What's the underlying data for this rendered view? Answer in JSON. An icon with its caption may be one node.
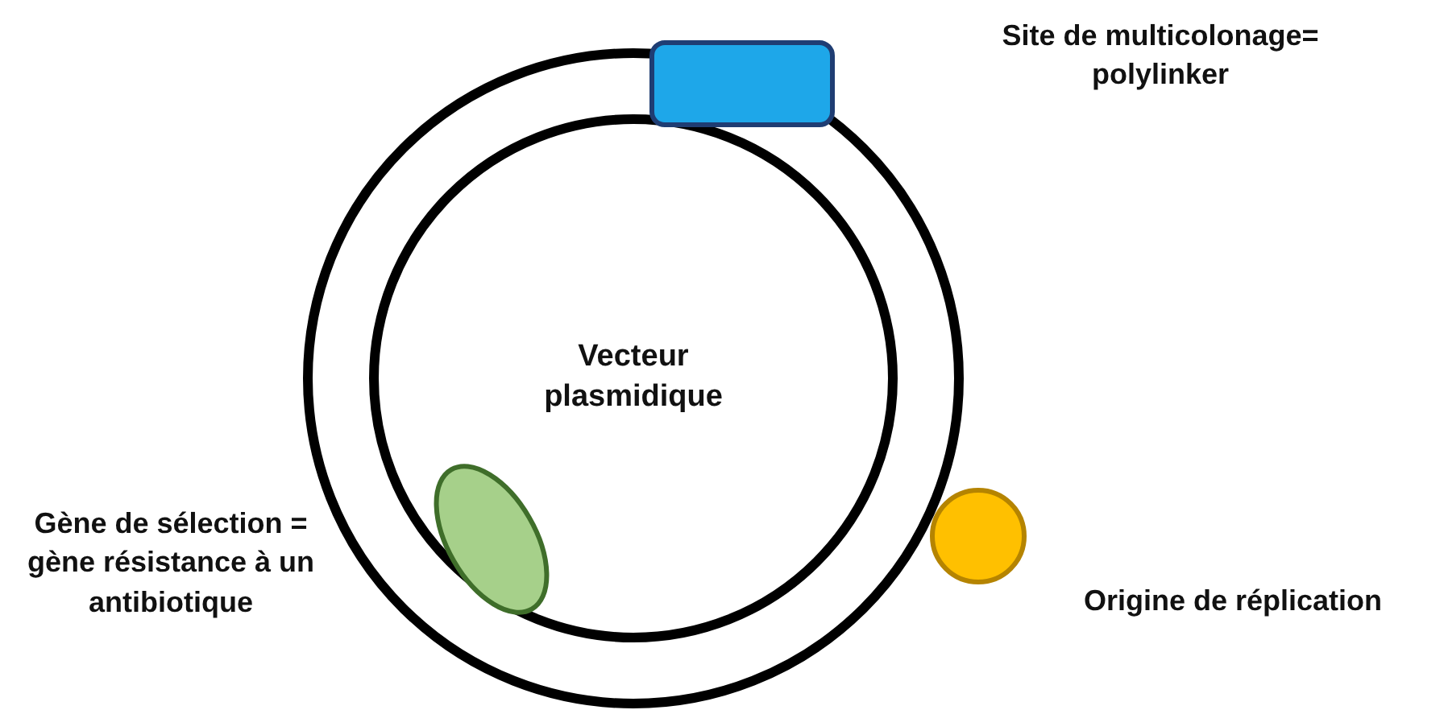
{
  "diagram": {
    "nodes": [
      {
        "text": [
          "Vecteur plasmidique"
        ]
      },
      {
        "text": [],
        "shape": "box"
      },
      {
        "text": [],
        "shape": "ellipse",
        "in": 0
      },
      {
        "text": [],
        "shape": "circle",
        "beside": [
          "Origine de réplication"
        ]
      }
    ],
    "labels": [
      "Site de multicolonage= polylinker",
      "Gène de sélection = gène résistance à un antibiotique"
    ]
  }
}
